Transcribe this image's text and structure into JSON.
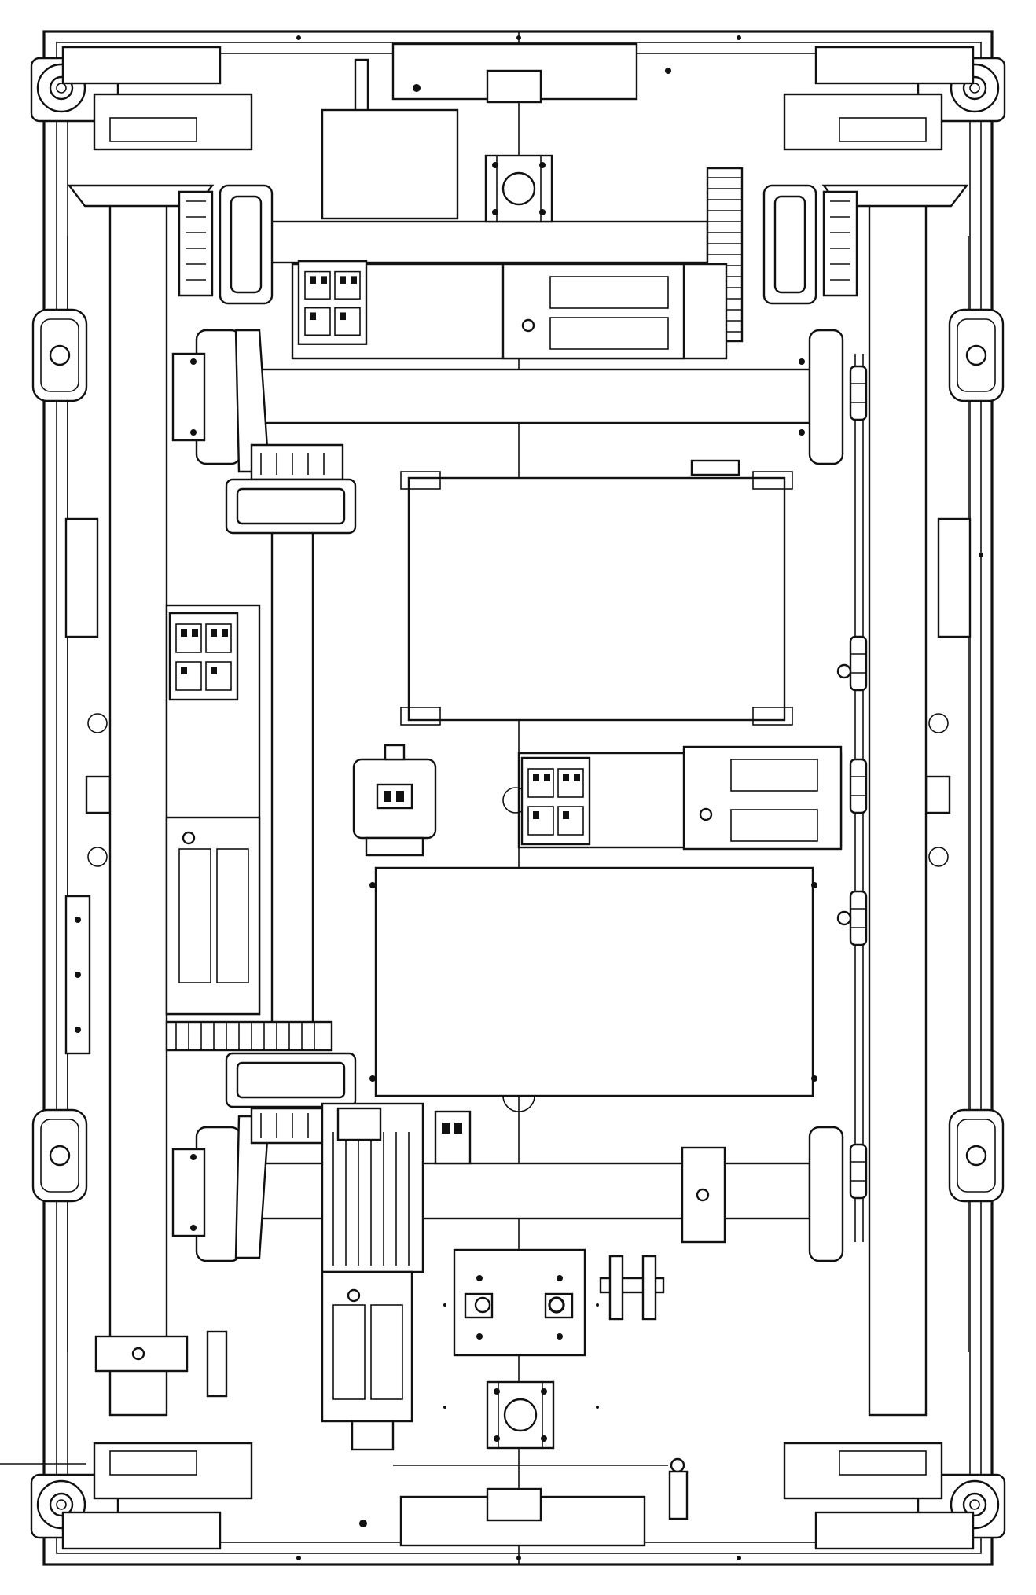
{
  "diagram": {
    "kind": "mechanical drawing, top view of a wheeled chassis",
    "colors": {
      "background": "#ffffff",
      "line": "#111111"
    },
    "components": [
      "outer-frame",
      "corner-wheel",
      "side-rail",
      "long-shaft",
      "bevel-gear",
      "spur-gear",
      "gear-motor",
      "drive-motor",
      "cross-shaft",
      "battery-box",
      "control-box",
      "switch-module",
      "mount-plate",
      "roller-chain",
      "bearing-block"
    ],
    "text_labels": []
  }
}
